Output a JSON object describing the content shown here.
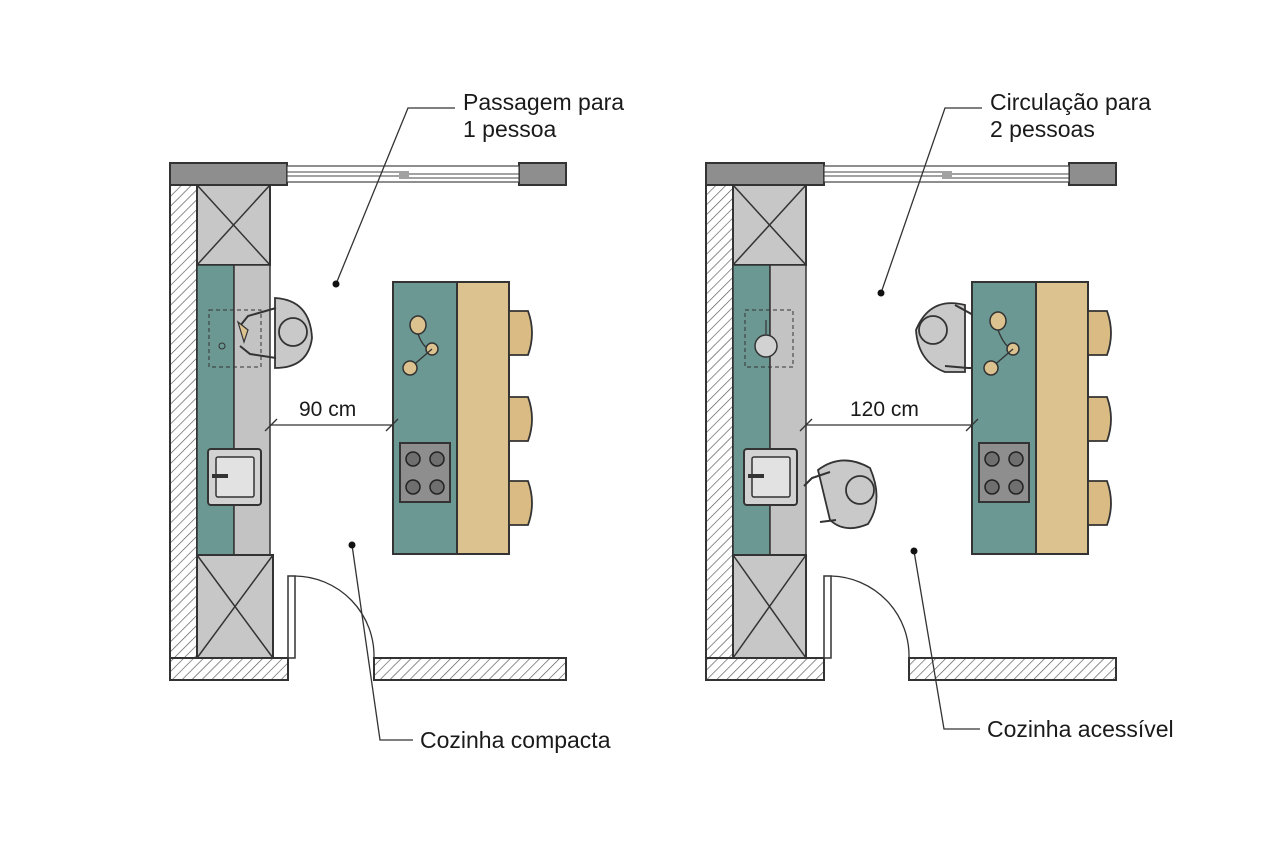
{
  "plans": [
    {
      "top_label_line1": "Passagem para",
      "top_label_line2": "1 pessoa",
      "dimension": "90 cm",
      "bottom_label": "Cozinha compacta"
    },
    {
      "top_label_line1": "Circulação para",
      "top_label_line2": "2 pessoas",
      "dimension": "120 cm",
      "bottom_label": "Cozinha acessível"
    }
  ],
  "colors": {
    "counter_teal": "#6b9893",
    "counter_grey": "#c3c3c3",
    "tabletop_tan": "#dcc28f",
    "stool": "#d9bb83",
    "wall": "#ffffff",
    "hatch": "#555555",
    "cabinet": "#c7c7c7",
    "person": "#c9c9c9"
  },
  "icons": [
    "cabinet-icon",
    "sink-icon",
    "cooktop-icon",
    "stool-icon",
    "person-icon",
    "door-swing-icon",
    "window-icon"
  ]
}
